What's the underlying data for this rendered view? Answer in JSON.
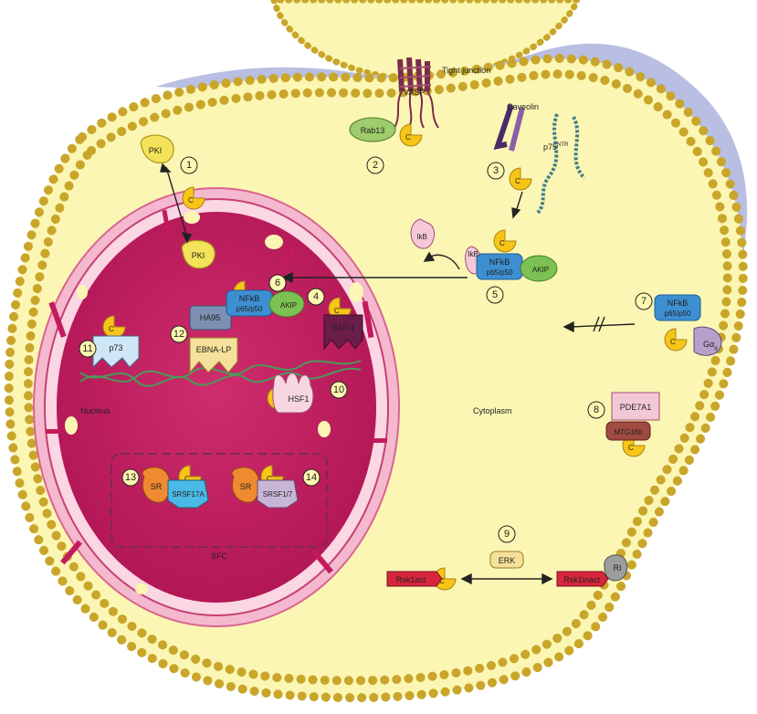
{
  "labels": {
    "tight_junction": "Tight junction",
    "vasp": "VASP",
    "caveolin": "Caveolin",
    "p75_base": "p75",
    "p75_sup": "NTR",
    "rab13": "Rab13",
    "pki_top": "PKI",
    "pki_nuc": "PKI",
    "c": "C",
    "ikb_free": "IkB",
    "ikb_complex": "IkB",
    "nfkb": "NFkB",
    "p65p50": "p65/p50",
    "akip": "AKIP",
    "nfkb_nuc": "NFkB",
    "p65p50_nuc": "p65/p50",
    "akip_nuc": "AKIP",
    "ha95": "HA95",
    "saf1": "SAF-1",
    "p73": "p73",
    "ebna": "EBNA-LP",
    "hsf1": "HSF1",
    "nfkb_mem": "NFkB",
    "p65p50_mem": "p65/p50",
    "galpha_base": "Gα",
    "galpha_sub": "q",
    "pde7a1": "PDE7A1",
    "mtg16b": "MTG16b",
    "erk": "ERK",
    "rsk_act": "Rsk1act",
    "rsk_inact": "Rsk1inact",
    "ri": "RI",
    "sr1": "SR",
    "srsf17a": "SRSF17A",
    "sr2": "SR",
    "srsf17": "SRSF1/7",
    "sfc": "SFC",
    "nucleus": "Nucleus",
    "cytoplasm": "Cytoplasm"
  },
  "numbers": {
    "n1": "1",
    "n2": "2",
    "n3": "3",
    "n4": "4",
    "n5": "5",
    "n6": "6",
    "n7": "7",
    "n8": "8",
    "n9": "9",
    "n10": "10",
    "n11": "11",
    "n12": "12",
    "n13": "13",
    "n14": "14"
  },
  "colors": {
    "cytoplasm": "#fbf6b3",
    "neighbor_cell": "#b9bee3",
    "nucleus": "#c41a5e",
    "nuclear_envelope": "#f4b9cf",
    "membrane_bead": "#e8d24a",
    "pka_c": "#f7c516",
    "pki": "#f3e35a",
    "nfkb": "#3d8fd1",
    "akip": "#7cc152",
    "ikb": "#f4c8d8",
    "saf1": "#6b1d4a",
    "ha95": "#7d8fb2",
    "ebna": "#f5e19a",
    "p73": "#cfe6f4",
    "hsf1": "#f7d6e2",
    "pde7a1": "#f3c8d6",
    "mtg16b": "#a04a42",
    "rsk": "#d7263d",
    "ri": "#9d9d9d",
    "sr": "#f08a30",
    "srsf": "#4bb9e6",
    "galpha": "#b5a0c9",
    "rab13": "#9fcc6c"
  }
}
